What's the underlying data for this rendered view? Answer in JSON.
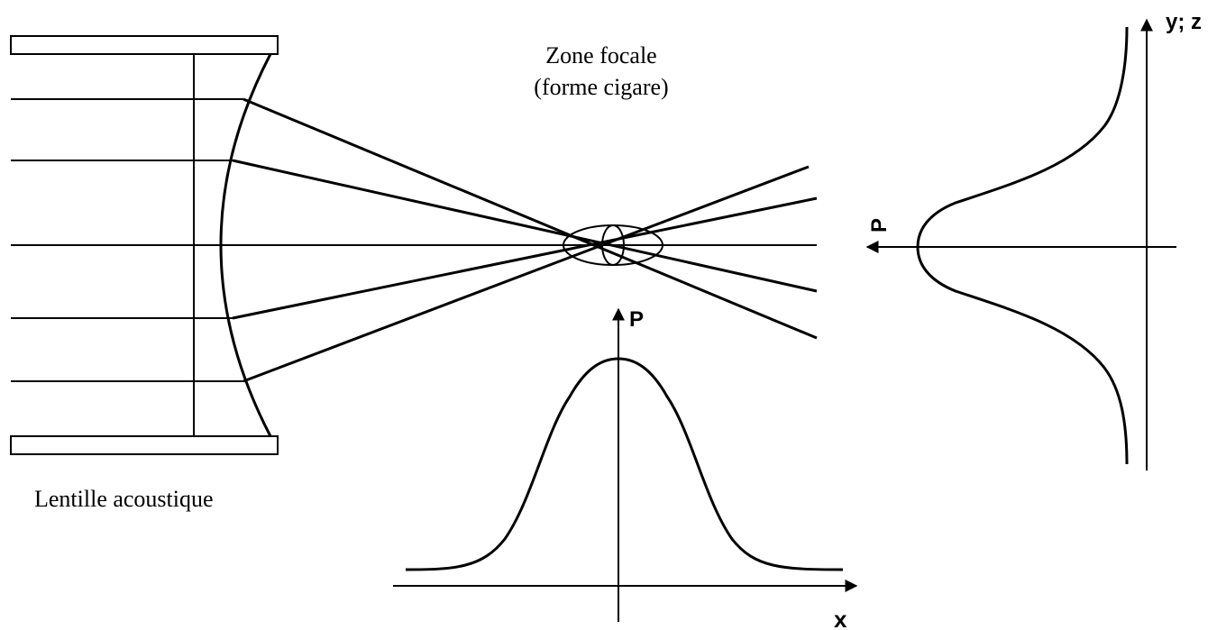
{
  "labels": {
    "focal_zone_title": "Zone focale",
    "focal_zone_subtitle": "(forme cigare)",
    "lens": "Lentille acoustique",
    "vertical_axis": "y; z",
    "x_axis": "x",
    "pressure_bottom": "P",
    "pressure_right": "P"
  }
}
